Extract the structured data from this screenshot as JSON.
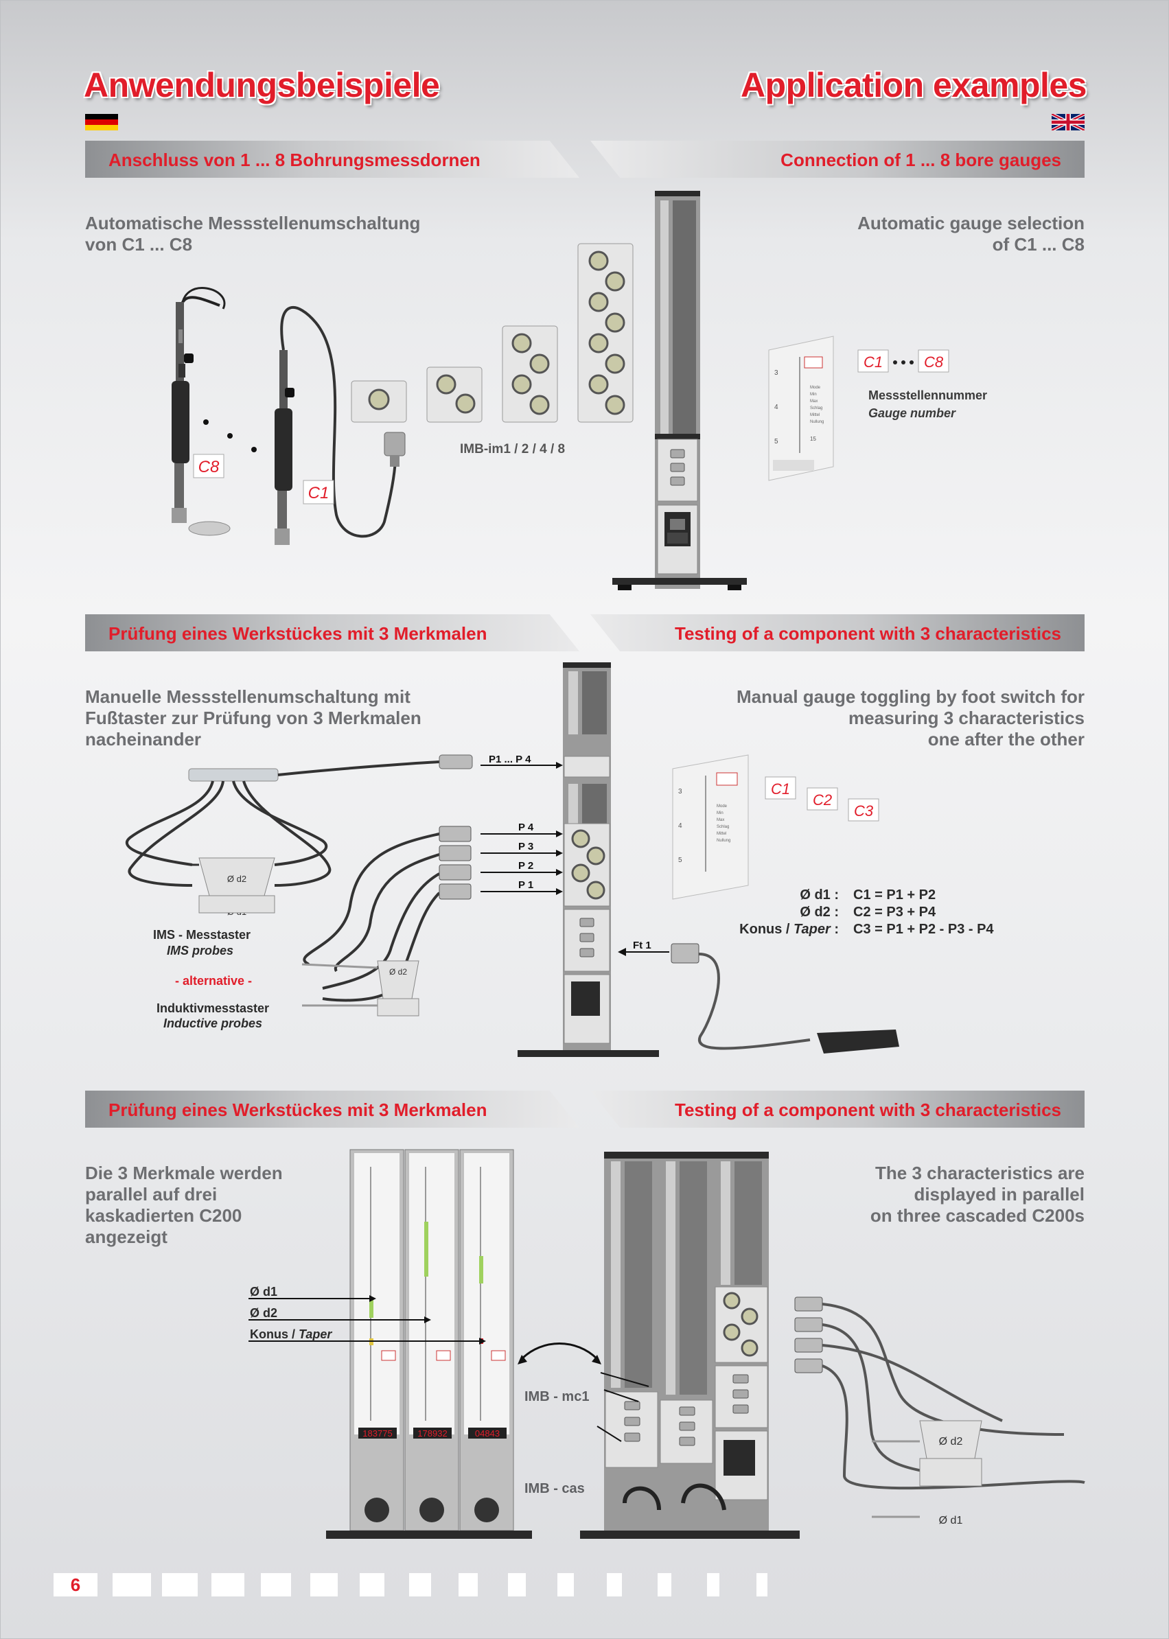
{
  "header": {
    "title_de": "Anwendungsbeispiele",
    "title_en": "Application examples",
    "flag_de": "flag-germany-icon",
    "flag_en": "flag-uk-icon"
  },
  "section1": {
    "band_left": "Anschluss von 1 ... 8 Bohrungsmessdornen",
    "band_right": "Connection of 1 ... 8 bore gauges",
    "text_de": "Automatische Messstellenumschaltung\nvon C1 ... C8",
    "text_en": "Automatic gauge selection\nof C1 ... C8",
    "display_c8": "C8",
    "display_c1": "C1",
    "module_label": "IMB-im1 / 2 / 4 / 8",
    "display_range_start": "C1",
    "display_range_end": "C8",
    "gauge_number_de": "Messstellennummer",
    "gauge_number_en": "Gauge number"
  },
  "section2": {
    "band_left": "Prüfung eines Werkstückes mit 3 Merkmalen",
    "band_right": "Testing of a component with 3 characteristics",
    "text_de": "Manuelle Messstellenumschaltung mit\nFußtaster zur Prüfung von 3 Merkmalen\nnacheinander",
    "text_en": "Manual gauge toggling by foot switch for\nmeasuring 3 characteristics\none after the other",
    "port_p1_p4": "P1 ... P 4",
    "port_p4": "P 4",
    "port_p3": "P 3",
    "port_p2": "P 2",
    "port_p1": "P 1",
    "port_ft1": "Ft 1",
    "block_d2": "Ø d2",
    "block_d1": "Ø d1",
    "ims_de": "IMS - Messtaster",
    "ims_en": "IMS probes",
    "alternative": "- alternative -",
    "inductive_de": "Induktivmesstaster",
    "inductive_en": "Inductive probes",
    "display_c1": "C1",
    "display_c2": "C2",
    "display_c3": "C3",
    "formula": [
      {
        "label": "Ø d1 :",
        "label_italic": "",
        "value": "C1 = P1 + P2"
      },
      {
        "label": "Ø d2 :",
        "label_italic": "",
        "value": "C2 = P3 + P4"
      },
      {
        "label": "Konus / ",
        "label_italic": "Taper",
        "suffix": " :",
        "value": "C3 = P1 + P2 - P3 - P4"
      }
    ]
  },
  "section3": {
    "band_left": "Prüfung eines Werkstückes mit 3 Merkmalen",
    "band_right": "Testing of a component with 3 characteristics",
    "text_de": "Die 3 Merkmale werden\nparallel auf drei\nkaskadierten C200\nangezeigt",
    "text_en": "The 3 characteristics are\ndisplayed in parallel\non three cascaded C200s",
    "label_d1": "Ø d1",
    "label_d2": "Ø d2",
    "label_konus": "Konus / ",
    "label_taper": "Taper",
    "readouts": [
      "183775",
      "178932",
      "04843"
    ],
    "imb_mc1": "IMB - mc1",
    "imb_cas": "IMB - cas",
    "block_d2": "Ø d2",
    "block_d1": "Ø d1"
  },
  "footer": {
    "page_number": "6"
  },
  "colors": {
    "accent_red": "#e11d2a",
    "text_gray": "#6d6e71"
  }
}
